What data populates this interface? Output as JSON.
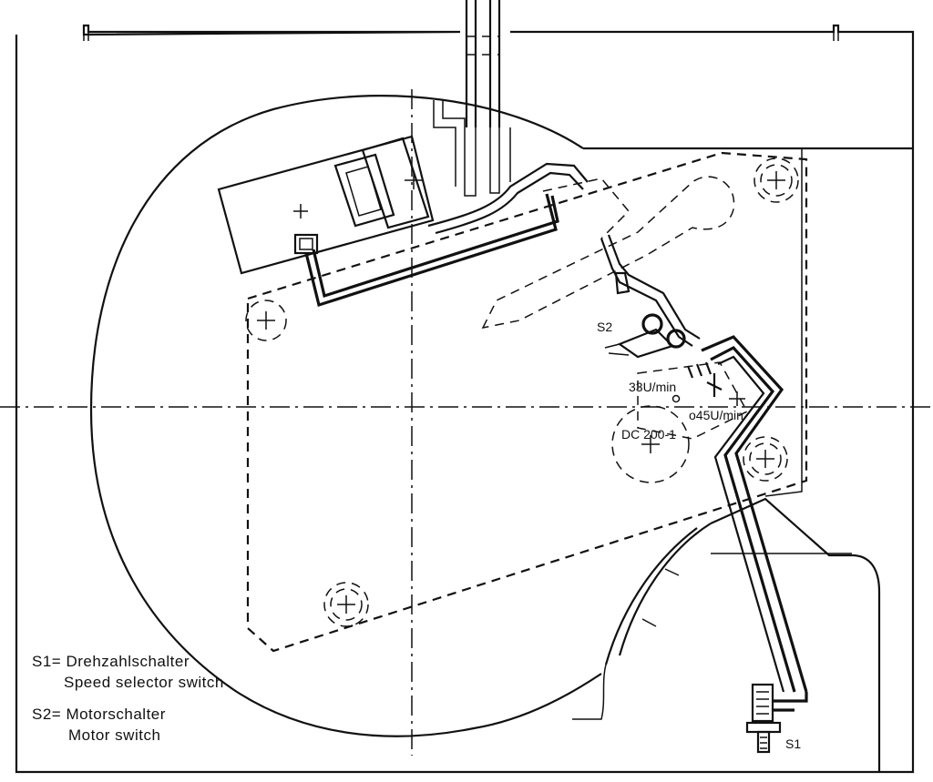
{
  "labels": {
    "s2_switch": "S2",
    "speed_33": "33U/min",
    "speed_45": "o45U/min",
    "dc_motor": "DC 200-1",
    "s1_switch": "S1"
  },
  "legend": {
    "s1_line1": "S1= Drehzahlschalter",
    "s1_line2": "Speed selector switch",
    "s2_line1": "S2= Motorschalter",
    "s2_line2": "Motor switch"
  }
}
